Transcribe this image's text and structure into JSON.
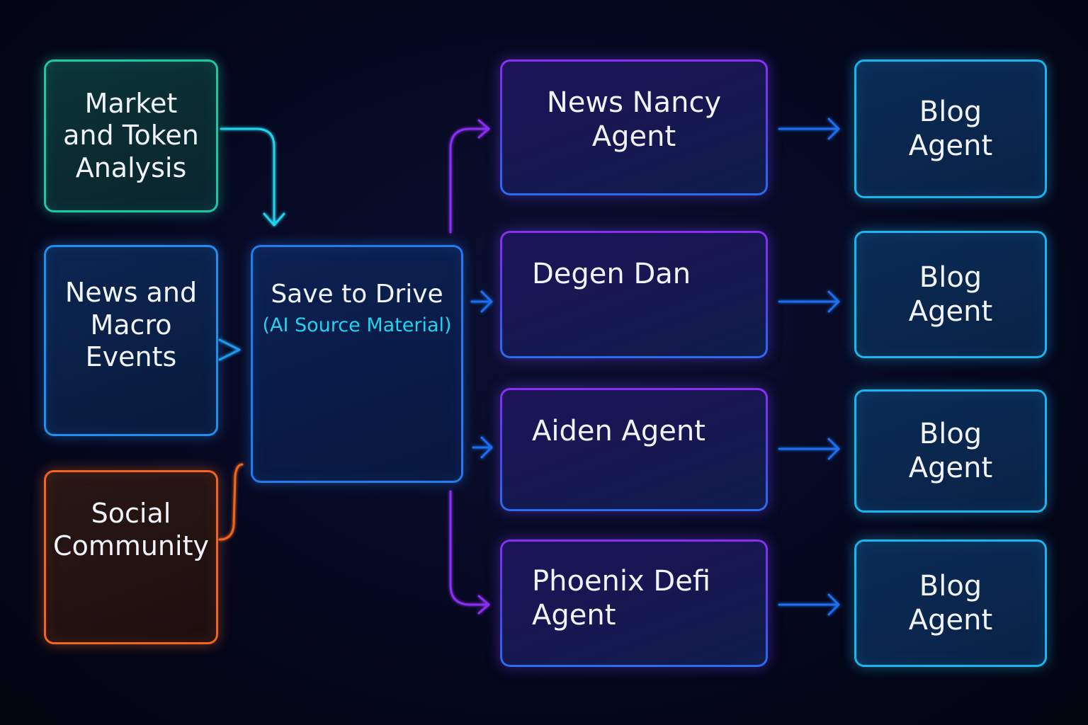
{
  "sources": [
    {
      "id": "market",
      "label": "Market\nand Token\nAnalysis",
      "color": "#19c9a5"
    },
    {
      "id": "news",
      "label": "News and\nMacro\nEvents",
      "color": "#1d8ff0"
    },
    {
      "id": "social",
      "label": "Social\nCommunity",
      "color": "#f0661d"
    }
  ],
  "hub": {
    "title": "Save to Drive",
    "subtitle": "(AI Source Material)",
    "subtitle_color": "#22d3ee"
  },
  "agents": [
    {
      "label": "News Nancy\nAgent"
    },
    {
      "label": "Degen Dan"
    },
    {
      "label": "Aiden Agent"
    },
    {
      "label": "Phoenix Defi\nAgent"
    }
  ],
  "outputs": [
    {
      "label": "Blog\nAgent"
    },
    {
      "label": "Blog\nAgent"
    },
    {
      "label": "Blog\nAgent"
    },
    {
      "label": "Blog\nAgent"
    }
  ],
  "colors": {
    "background": "#05071a",
    "connector_teal": "#22d3ee",
    "connector_blue": "#1e6ff0",
    "connector_purple": "#8b2ff2",
    "connector_orange": "#f0661d"
  }
}
